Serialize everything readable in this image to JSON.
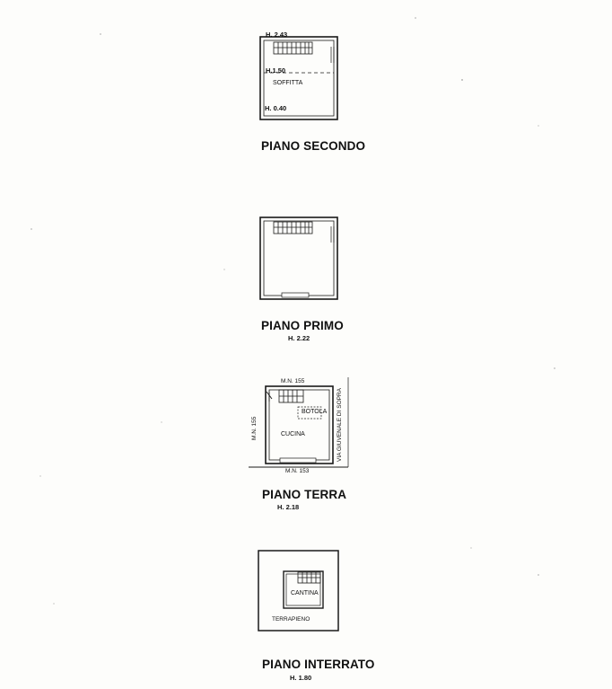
{
  "floors": {
    "secondo": {
      "title": "PIANO SECONDO",
      "h_top": "H. 2.43",
      "h_mid": "H.1.50",
      "h_low": "H. 0.40",
      "room": "SOFFITTA"
    },
    "primo": {
      "title": "PIANO PRIMO",
      "height": "H. 2.22"
    },
    "terra": {
      "title": "PIANO TERRA",
      "height": "H. 2.18",
      "room": "CUCINA",
      "hatch": "BOTOLA",
      "mn_top": "M.N. 155",
      "mn_left": "M.N. 155",
      "mn_bottom": "M.N. 153",
      "street": "VIA GIUVENALE DI SOPRA"
    },
    "interrato": {
      "title": "PIANO INTERRATO",
      "height": "H. 1.80",
      "room": "CANTINA",
      "fill": "TERRAPIENO"
    }
  },
  "colors": {
    "ink": "#1a1a1a",
    "paper": "#fdfdfb"
  }
}
